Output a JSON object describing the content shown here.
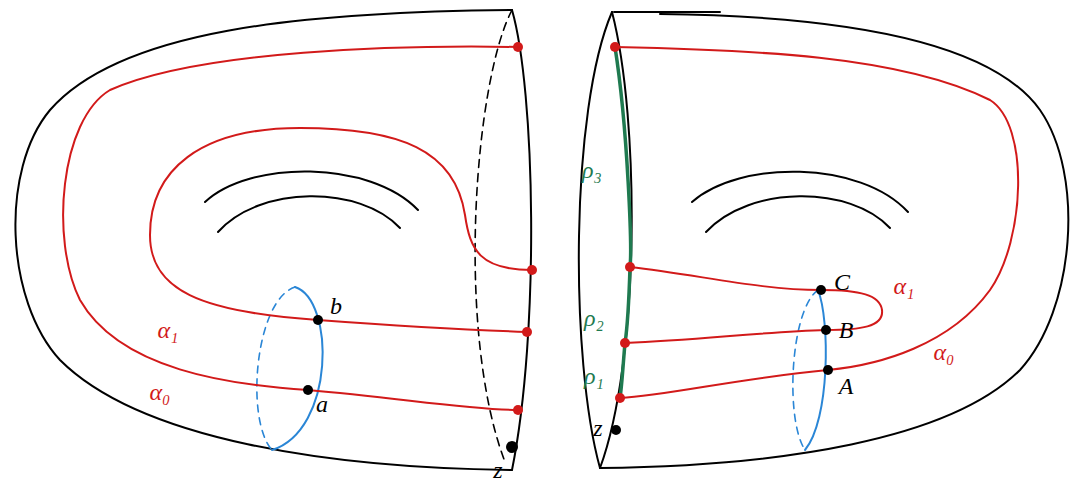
{
  "diagram": {
    "labels": [
      "b",
      "a",
      "α₁",
      "α₀",
      "z",
      "ρ₃",
      "ρ₂",
      "ρ₁",
      "z",
      "C",
      "B",
      "A",
      "α₁",
      "α₀"
    ]
  }
}
